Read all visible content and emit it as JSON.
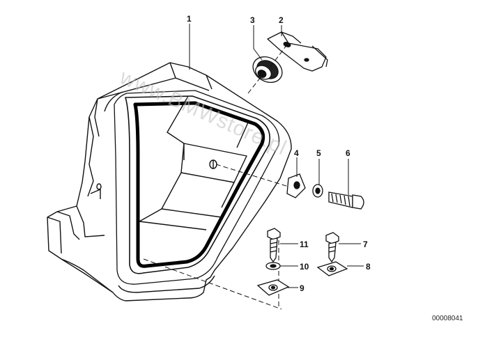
{
  "callouts": {
    "p1": "1",
    "p2": "2",
    "p3": "3",
    "p4": "4",
    "p5": "5",
    "p6": "6",
    "p7": "7",
    "p8": "8",
    "p9": "9",
    "p10": "10",
    "p11": "11"
  },
  "document_number": "00008041",
  "watermark": "www.BMWstore.pl",
  "colors": {
    "line": "#111111",
    "watermark": "#bdbdbd",
    "background": "#ffffff"
  }
}
